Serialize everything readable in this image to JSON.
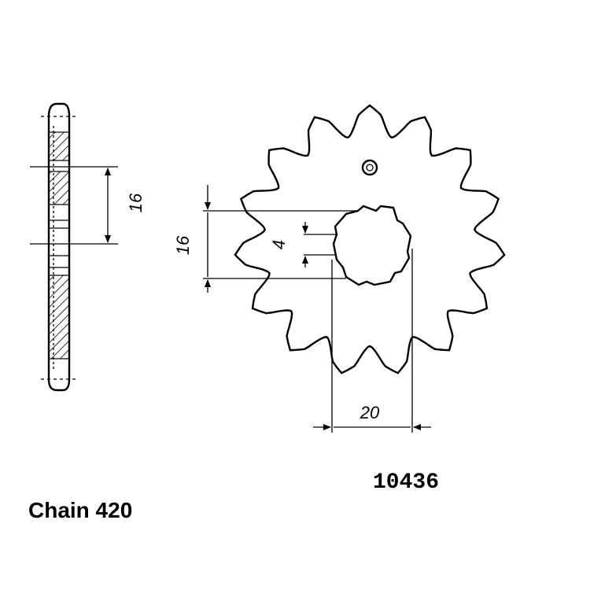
{
  "labels": {
    "part_number": "10436",
    "chain": "Chain 420",
    "side_height_dim": "16",
    "bore_height_dim": "16",
    "key_width_dim": "4",
    "bore_diameter_dim": "20"
  },
  "sprocket": {
    "teeth": 15
  }
}
